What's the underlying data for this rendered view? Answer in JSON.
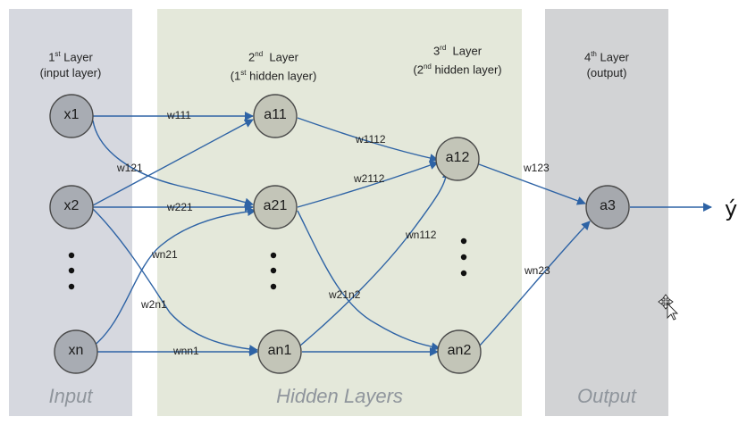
{
  "bands": {
    "input": {
      "label": "Input",
      "color": "#d6d8df"
    },
    "hidden": {
      "label": "Hidden Layers",
      "color": "#e4e8da"
    },
    "output": {
      "label": "Output",
      "color": "#d2d3d5"
    }
  },
  "layer_titles": [
    {
      "id": "l1",
      "line1_pre": "1",
      "line1_sup": "st",
      "line1_post": " Layer",
      "line2_pre": "(input layer)",
      "line2_sup": "",
      "line2_post": ""
    },
    {
      "id": "l2",
      "line1_pre": "2",
      "line1_sup": "nd",
      "line1_post": "  Layer",
      "line2_pre": "(1",
      "line2_sup": "st",
      "line2_post": " hidden layer)"
    },
    {
      "id": "l3",
      "line1_pre": "3",
      "line1_sup": "rd",
      "line1_post": "  Layer",
      "line2_pre": "(2",
      "line2_sup": "nd",
      "line2_post": " hidden layer)"
    },
    {
      "id": "l4",
      "line1_pre": "4",
      "line1_sup": "th",
      "line1_post": " Layer",
      "line2_pre": "(output)",
      "line2_sup": "",
      "line2_post": ""
    }
  ],
  "nodes": {
    "x1": {
      "label": "x1",
      "fill": "#a8acb3"
    },
    "x2": {
      "label": "x2",
      "fill": "#a8acb3"
    },
    "xn": {
      "label": "xn",
      "fill": "#a8acb3"
    },
    "a11": {
      "label": "a11",
      "fill": "#c3c5b8"
    },
    "a21": {
      "label": "a21",
      "fill": "#c3c5b8"
    },
    "an1": {
      "label": "an1",
      "fill": "#c3c5b8"
    },
    "a12": {
      "label": "a12",
      "fill": "#c3c5b8"
    },
    "an2": {
      "label": "an2",
      "fill": "#c3c5b8"
    },
    "a3": {
      "label": "a3",
      "fill": "#a6a9ae"
    }
  },
  "weights": {
    "w111": "w111",
    "w121": "w121",
    "w221": "w221",
    "wn21": "wn21",
    "w2n1": "w2n1",
    "wnn1": "wnn1",
    "w1112": "w1112",
    "w2112": "w2112",
    "wn112": "wn112",
    "w21n2": "w21n2",
    "w123": "w123",
    "wn23": "wn23"
  },
  "output_symbol": "ý",
  "colors": {
    "edge": "#2e63a5",
    "node_stroke": "#4a4a4a"
  }
}
